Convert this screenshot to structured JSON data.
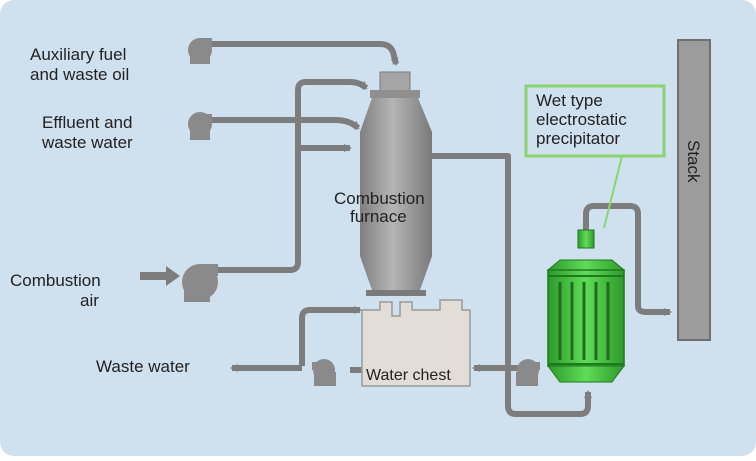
{
  "labels": {
    "auxiliary_fuel_line1": "Auxiliary fuel",
    "auxiliary_fuel_line2": "and waste oil",
    "effluent_line1": "Effluent and",
    "effluent_line2": "waste water",
    "combustion_air_line1": "Combustion",
    "combustion_air_line2": "air",
    "waste_water": "Waste water",
    "furnace_line1": "Combustion",
    "furnace_line2": "furnace",
    "water_chest": "Water chest",
    "esp_line1": "Wet type",
    "esp_line2": "electrostatic",
    "esp_line3": "precipitator",
    "stack": "Stack"
  },
  "colors": {
    "background": "#cfe0ee",
    "equipment": "#9c9c9c",
    "equipment_dark": "#6f6f6f",
    "pipe": "#7d7d7d",
    "precipitator": "#3fc23b",
    "precipitator_dark": "#1f7a1e",
    "callout_border": "#8ad46f",
    "water_chest_fill": "#e2ddd6",
    "text": "#222222"
  }
}
